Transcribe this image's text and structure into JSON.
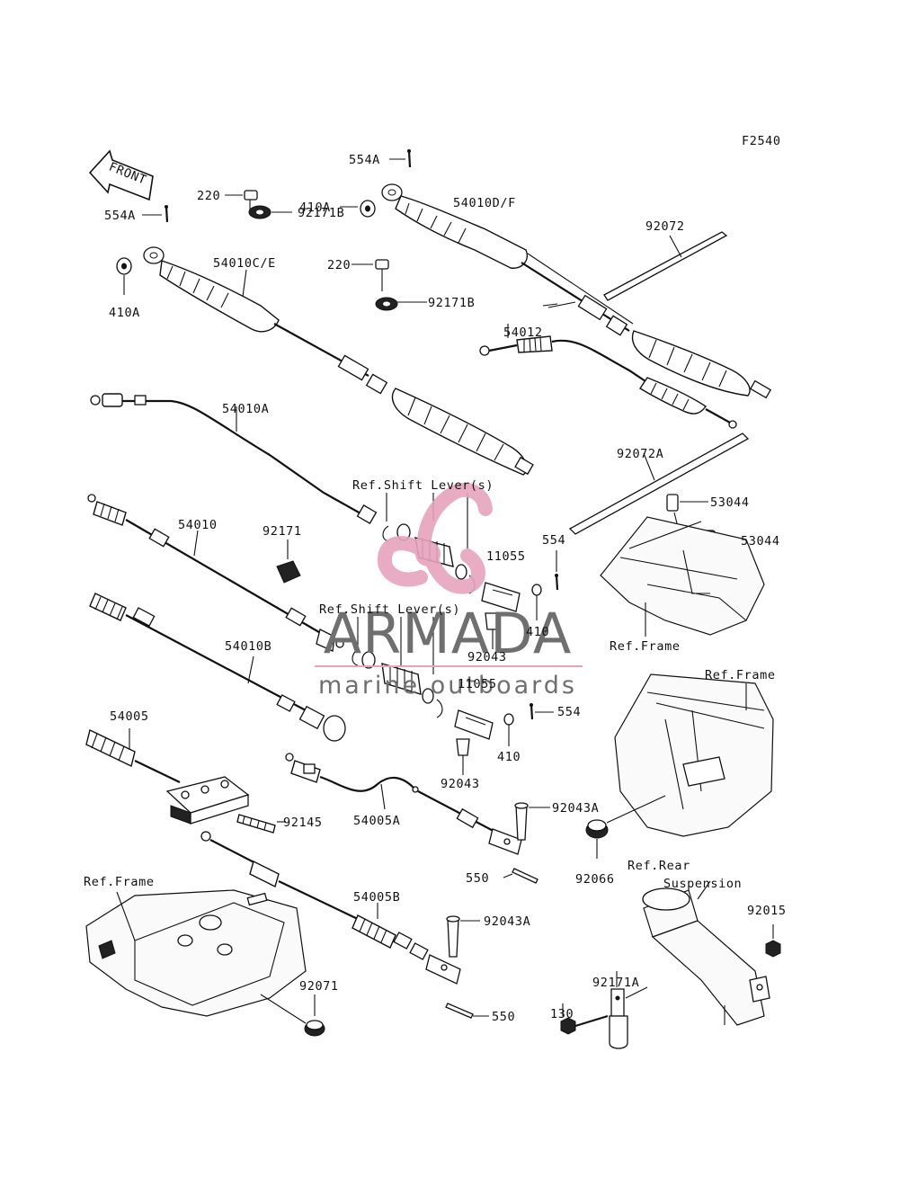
{
  "figure_code": "F2540",
  "front_label": "FRONT",
  "watermark": {
    "brand": "ARMADA",
    "tagline": "marine outboards",
    "pink": "#e6a3bc",
    "gray": "#6f6f6f"
  },
  "part_labels": [
    {
      "id": "554A-top",
      "text": "554A"
    },
    {
      "id": "554A-left",
      "text": "554A"
    },
    {
      "id": "220-top",
      "text": "220"
    },
    {
      "id": "92171B-top",
      "text": "92171B"
    },
    {
      "id": "410A-top",
      "text": "410A"
    },
    {
      "id": "54010DF",
      "text": "54010D/F"
    },
    {
      "id": "92072",
      "text": "92072"
    },
    {
      "id": "410A-left",
      "text": "410A"
    },
    {
      "id": "54010CE",
      "text": "54010C/E"
    },
    {
      "id": "220-mid",
      "text": "220"
    },
    {
      "id": "92171B-mid",
      "text": "92171B"
    },
    {
      "id": "54012",
      "text": "54012"
    },
    {
      "id": "54010A",
      "text": "54010A"
    },
    {
      "id": "92072A",
      "text": "92072A"
    },
    {
      "id": "ref-shift-1",
      "text": "Ref.Shift Lever(s)"
    },
    {
      "id": "53044-a",
      "text": "53044"
    },
    {
      "id": "53044-b",
      "text": "53044"
    },
    {
      "id": "54010",
      "text": "54010"
    },
    {
      "id": "92171",
      "text": "92171"
    },
    {
      "id": "11055-a",
      "text": "11055"
    },
    {
      "id": "554-a",
      "text": "554"
    },
    {
      "id": "410-a",
      "text": "410"
    },
    {
      "id": "ref-frame-1",
      "text": "Ref.Frame"
    },
    {
      "id": "ref-shift-2",
      "text": "Ref.Shift Lever(s)"
    },
    {
      "id": "92043-a",
      "text": "92043"
    },
    {
      "id": "54010B",
      "text": "54010B"
    },
    {
      "id": "11055-b",
      "text": "11055"
    },
    {
      "id": "554-b",
      "text": "554"
    },
    {
      "id": "ref-frame-2",
      "text": "Ref.Frame"
    },
    {
      "id": "410-b",
      "text": "410"
    },
    {
      "id": "54005",
      "text": "54005"
    },
    {
      "id": "92043-b",
      "text": "92043"
    },
    {
      "id": "92043A-a",
      "text": "92043A"
    },
    {
      "id": "92145",
      "text": "92145"
    },
    {
      "id": "54005A",
      "text": "54005A"
    },
    {
      "id": "92066",
      "text": "92066"
    },
    {
      "id": "550-a",
      "text": "550"
    },
    {
      "id": "ref-rear",
      "text": "Ref.Rear"
    },
    {
      "id": "suspension",
      "text": "Suspension"
    },
    {
      "id": "ref-frame-3",
      "text": "Ref.Frame"
    },
    {
      "id": "92015",
      "text": "92015"
    },
    {
      "id": "54005B",
      "text": "54005B"
    },
    {
      "id": "92043A-b",
      "text": "92043A"
    },
    {
      "id": "92171A",
      "text": "92171A"
    },
    {
      "id": "92071",
      "text": "92071"
    },
    {
      "id": "130",
      "text": "130"
    },
    {
      "id": "550-b",
      "text": "550"
    }
  ]
}
